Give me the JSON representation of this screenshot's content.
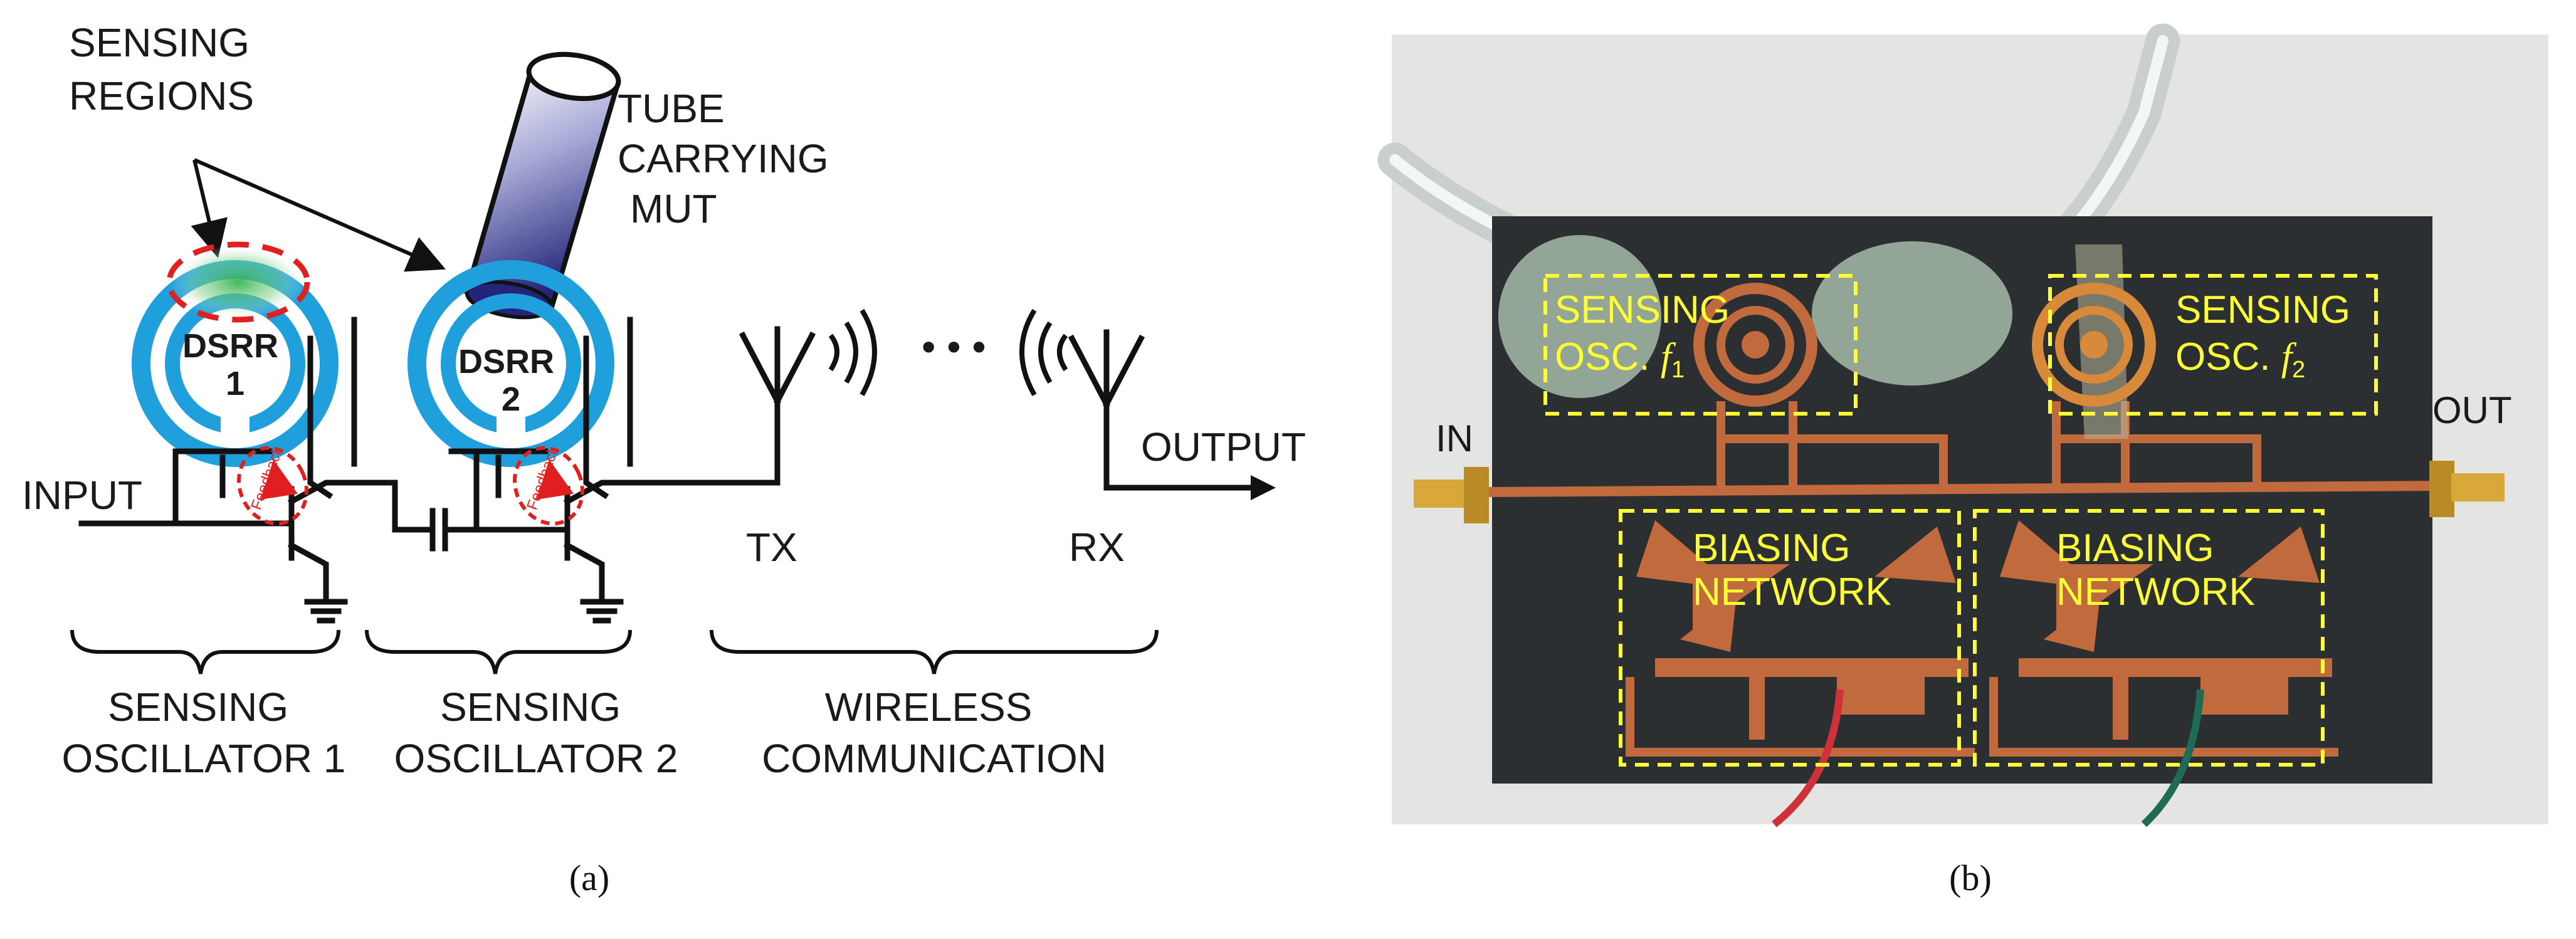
{
  "panel_a": {
    "sensing_regions": [
      "SENSING",
      "REGIONS"
    ],
    "tube": [
      "TUBE",
      "CARRYING",
      "MUT"
    ],
    "dsrr1": [
      "DSRR",
      "1"
    ],
    "dsrr2": [
      "DSRR",
      "2"
    ],
    "feedback": "Feedback",
    "input": "INPUT",
    "output": "OUTPUT",
    "tx": "TX",
    "rx": "RX",
    "ellipsis": "• • •",
    "group1": [
      "SENSING",
      "OSCILLATOR 1"
    ],
    "group2": [
      "SENSING",
      "OSCILLATOR 2"
    ],
    "group3": [
      "WIRELESS",
      "COMMUNICATION"
    ],
    "caption": "(a)"
  },
  "panel_b": {
    "osc1": [
      "SENSING",
      "OSC. "
    ],
    "osc1_f": "f",
    "osc1_sub": "1",
    "osc2": [
      "SENSING",
      "OSC. "
    ],
    "osc2_f": "f",
    "osc2_sub": "2",
    "bias1": [
      "BIASING",
      "NETWORK"
    ],
    "bias2": [
      "BIASING",
      "NETWORK"
    ],
    "in": "IN",
    "out": "OUT",
    "caption": "(b)"
  },
  "colors": {
    "ring": "#1fa0dc",
    "feedback": "#e02020",
    "board": "#2c2f31",
    "copper": "#c06a3e",
    "annotation": "#ffff33"
  }
}
